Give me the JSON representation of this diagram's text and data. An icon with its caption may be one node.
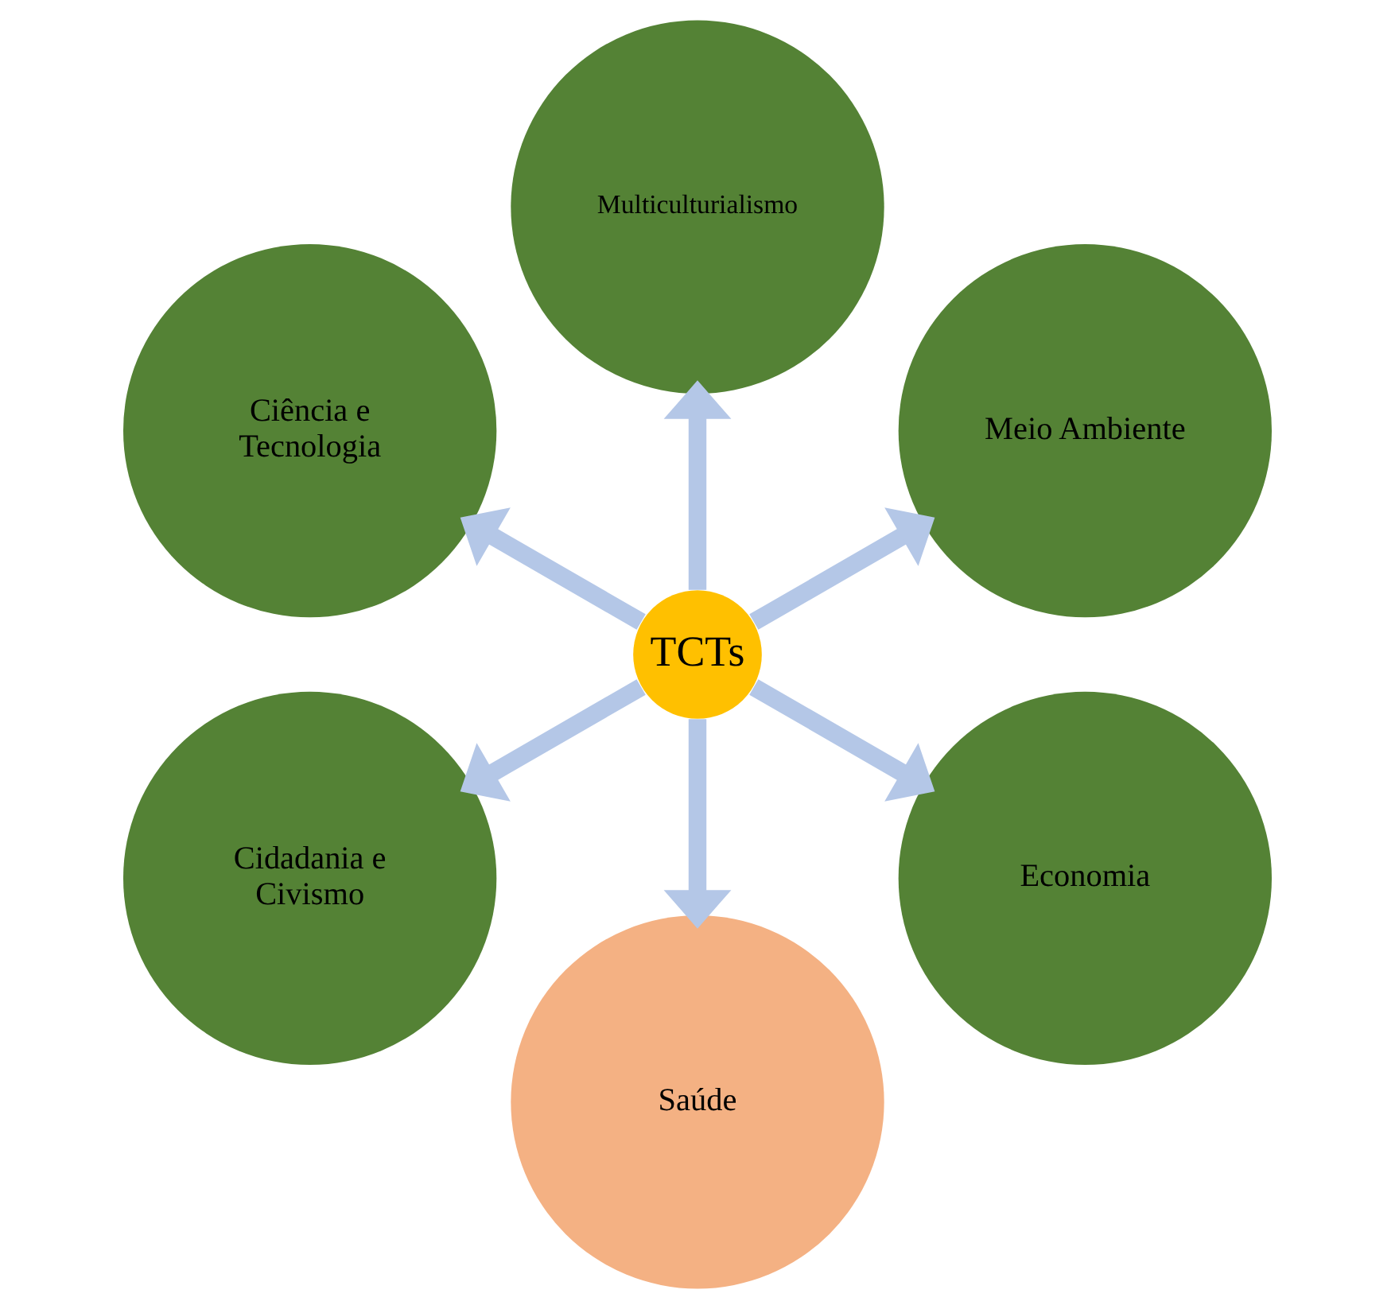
{
  "diagram": {
    "nodes": [
      {
        "text": [
          "TCTs"
        ]
      },
      {
        "text": [
          "Meio Ambiente"
        ]
      },
      {
        "text": [
          "Multiculturialismo"
        ]
      },
      {
        "text": [
          "Ciência e Tecnologia"
        ]
      },
      {
        "text": [
          "Cidadania e Civismo"
        ]
      },
      {
        "text": [
          "Saúde"
        ]
      },
      {
        "text": [
          "Economia"
        ]
      }
    ],
    "edges": [
      {
        "from": 0,
        "to": 1,
        "arrow": "to"
      },
      {
        "from": 0,
        "to": 2,
        "arrow": "to"
      },
      {
        "from": 0,
        "to": 3,
        "arrow": "to"
      },
      {
        "from": 0,
        "to": 4,
        "arrow": "to"
      },
      {
        "from": 0,
        "to": 5,
        "arrow": "to"
      },
      {
        "from": 0,
        "to": 6,
        "arrow": "to"
      }
    ]
  }
}
